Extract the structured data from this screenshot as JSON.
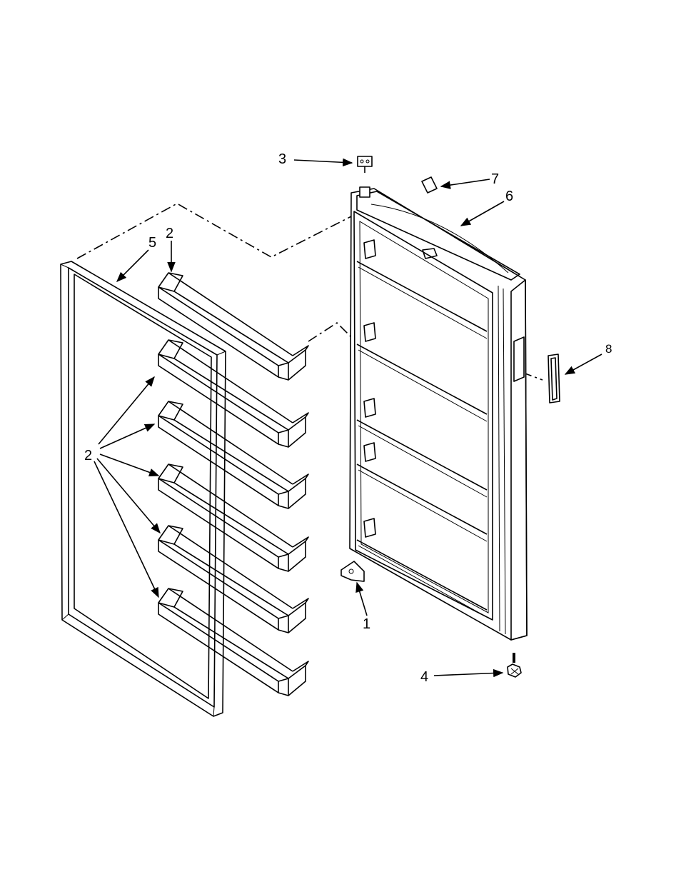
{
  "callouts": {
    "p1": "1",
    "p2_top": "2",
    "p2_group": "2",
    "p3": "3",
    "p4": "4",
    "p5": "5",
    "p6": "6",
    "p7": "7",
    "p8": "8"
  }
}
